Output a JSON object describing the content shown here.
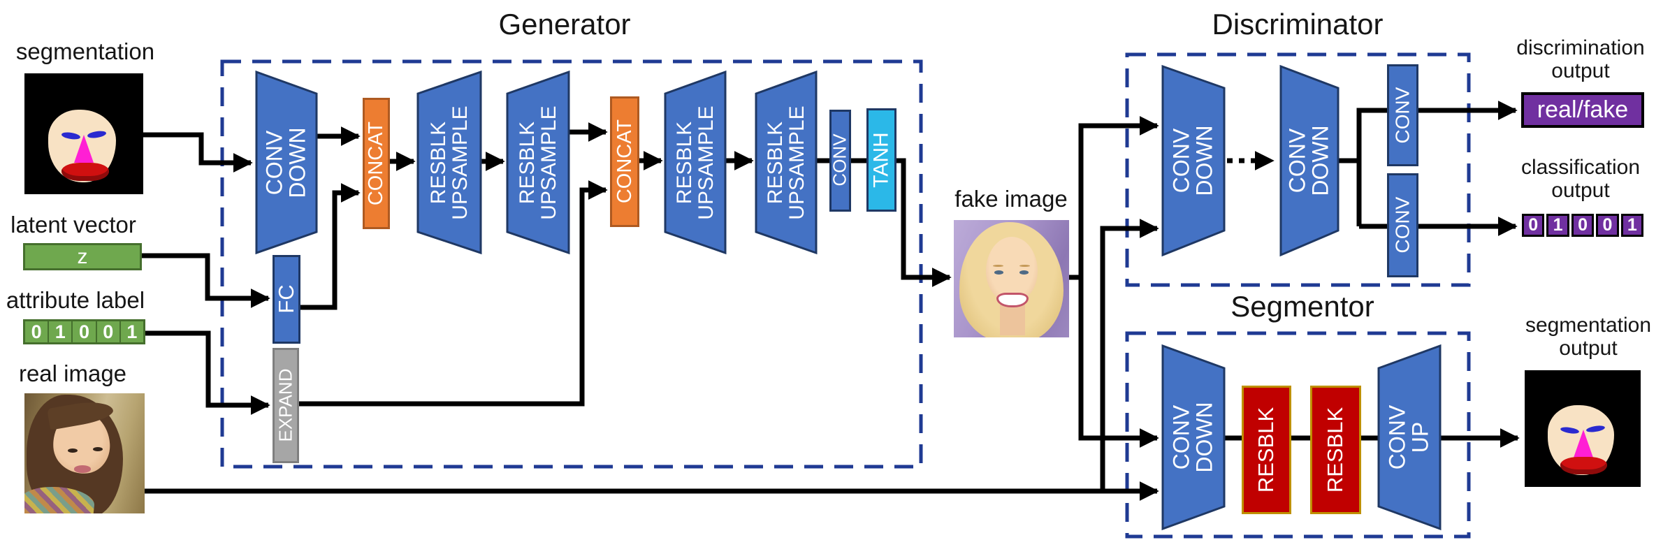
{
  "palette": {
    "block_blue": "#4472C4",
    "block_blue_border": "#1F3864",
    "concat_orange": "#ED7D31",
    "tanh_cyan": "#2BB8E8",
    "expand_gray": "#A6A6A6",
    "resblk_red": "#C00000",
    "vector_green": "#6FA84E",
    "output_purple": "#7030A0",
    "dashed_border_blue": "#1F3A93"
  },
  "inputs": {
    "segmentation_label": "segmentation",
    "latent_label": "latent vector",
    "latent_value": "z",
    "attribute_label": "attribute label",
    "attribute_bits": [
      "0",
      "1",
      "0",
      "0",
      "1"
    ],
    "real_label": "real image"
  },
  "generator": {
    "title": "Generator",
    "conv_down_line1": "CONV",
    "conv_down_line2": "DOWN",
    "fc_label": "FC",
    "expand_label": "EXPAND",
    "concat_label": "CONCAT",
    "resblk_upsample_line1": "RESBLK",
    "resblk_upsample_line2": "UPSAMPLE",
    "conv_label": "CONV",
    "tanh_label": "TANH"
  },
  "fake_image": {
    "label": "fake image"
  },
  "discriminator": {
    "title": "Discriminator",
    "conv_down_line1": "CONV",
    "conv_down_line2": "DOWN",
    "conv_label": "CONV",
    "discrimination_output_line1": "discrimination",
    "discrimination_output_line2": "output",
    "realfake_value": "real/fake",
    "classification_output_line1": "classification",
    "classification_output_line2": "output",
    "classification_bits": [
      "0",
      "1",
      "0",
      "0",
      "1"
    ]
  },
  "segmentor": {
    "title": "Segmentor",
    "conv_down_line1": "CONV",
    "conv_down_line2": "DOWN",
    "resblk_label": "RESBLK",
    "conv_up_line1": "CONV",
    "conv_up_line2": "UP",
    "segmentation_output_line1": "segmentation",
    "segmentation_output_line2": "output"
  }
}
